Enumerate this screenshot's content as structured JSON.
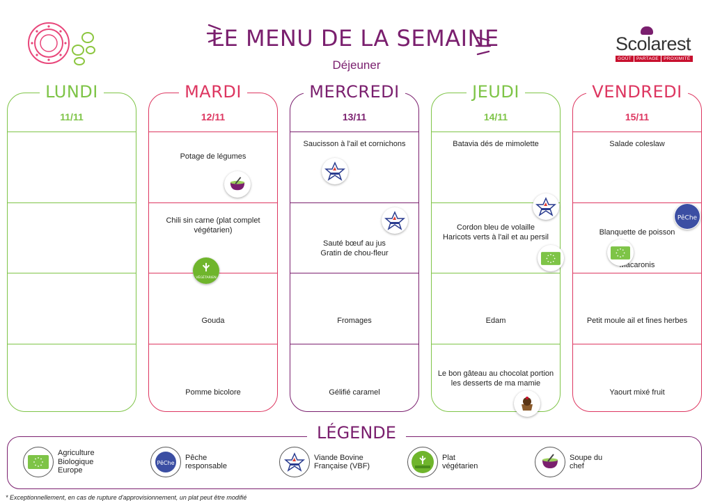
{
  "header": {
    "title": "LE MENU DE LA SEMAINE",
    "subtitle": "Déjeuner",
    "brand": "Scolarest",
    "brand_tags": [
      "GOÛT",
      "PARTAGE",
      "PROXIMITÉ"
    ]
  },
  "colors": {
    "purple": "#7a1f6e",
    "green": "#7ec447",
    "pink": "#dd3660",
    "text": "#222222"
  },
  "days": [
    {
      "name": "LUNDI",
      "date": "11/11",
      "color": "#7ec447",
      "items": [
        "",
        "",
        "",
        ""
      ]
    },
    {
      "name": "MARDI",
      "date": "12/11",
      "color": "#dd3660",
      "items": [
        "Potage de légumes",
        "Chili sin carne (plat complet végétarien)",
        "Gouda",
        "Pomme bicolore"
      ]
    },
    {
      "name": "MERCREDI",
      "date": "13/11",
      "color": "#7a1f6e",
      "items": [
        "Saucisson à l'ail et cornichons",
        "Sauté bœuf au jus\nGratin de chou-fleur",
        "Fromages",
        "Gélifié caramel"
      ]
    },
    {
      "name": "JEUDI",
      "date": "14/11",
      "color": "#7ec447",
      "items": [
        "Batavia dés de mimolette",
        "Cordon bleu de volaille\nHaricots verts à l'ail et au persil",
        "Edam",
        "Le bon gâteau au chocolat portion les desserts de ma mamie"
      ]
    },
    {
      "name": "VENDREDI",
      "date": "15/11",
      "color": "#dd3660",
      "items": [
        "Salade coleslaw",
        "Blanquette de poisson",
        "Macaronis",
        "Petit moule ail et fines herbes",
        "Yaourt mixé fruit"
      ]
    }
  ],
  "badges": {
    "vegetarien": "VÉGÉTARIEN",
    "peche": "PêChe",
    "vbf": "VIANDE BOVINE FRANÇAISE"
  },
  "legend": {
    "title": "LÉGENDE",
    "items": [
      {
        "icon": "organic-eu-icon",
        "label": "Agriculture\nBiologique\nEurope"
      },
      {
        "icon": "peche-responsable-icon",
        "label": "Pêche\nresponsable"
      },
      {
        "icon": "vbf-icon",
        "label": "Viande Bovine\nFrançaise (VBF)"
      },
      {
        "icon": "vegetarian-icon",
        "label": "Plat\nvégétarien"
      },
      {
        "icon": "soup-icon",
        "label": "Soupe du\nchef"
      }
    ]
  },
  "footnote": "* Exceptionnellement, en cas de rupture d'approvisionnement, un plat peut être modifié"
}
